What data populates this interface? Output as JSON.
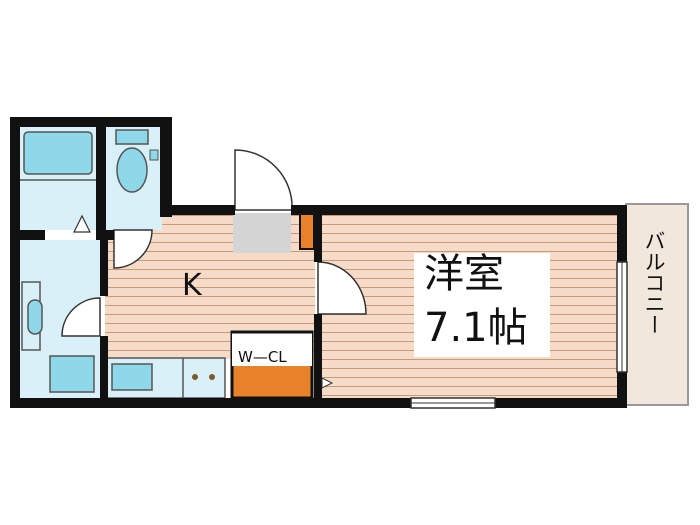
{
  "floor_plan": {
    "rooms": {
      "western_room": {
        "name": "洋室",
        "size": "7.1帖"
      },
      "kitchen": {
        "name": "K"
      },
      "walk_in_closet": {
        "name": "W—CL"
      },
      "balcony": {
        "name": "バルコニー"
      }
    },
    "colors": {
      "wall": "#111111",
      "wood_floor": "#f6dcc8",
      "wood_line": "#c69b78",
      "wet_area": "#d9f0f8",
      "fixture": "#8fd8ea",
      "closet": "#e8832b",
      "balcony": "#f1e7dd",
      "entrance_floor": "#d4d4d4"
    }
  }
}
